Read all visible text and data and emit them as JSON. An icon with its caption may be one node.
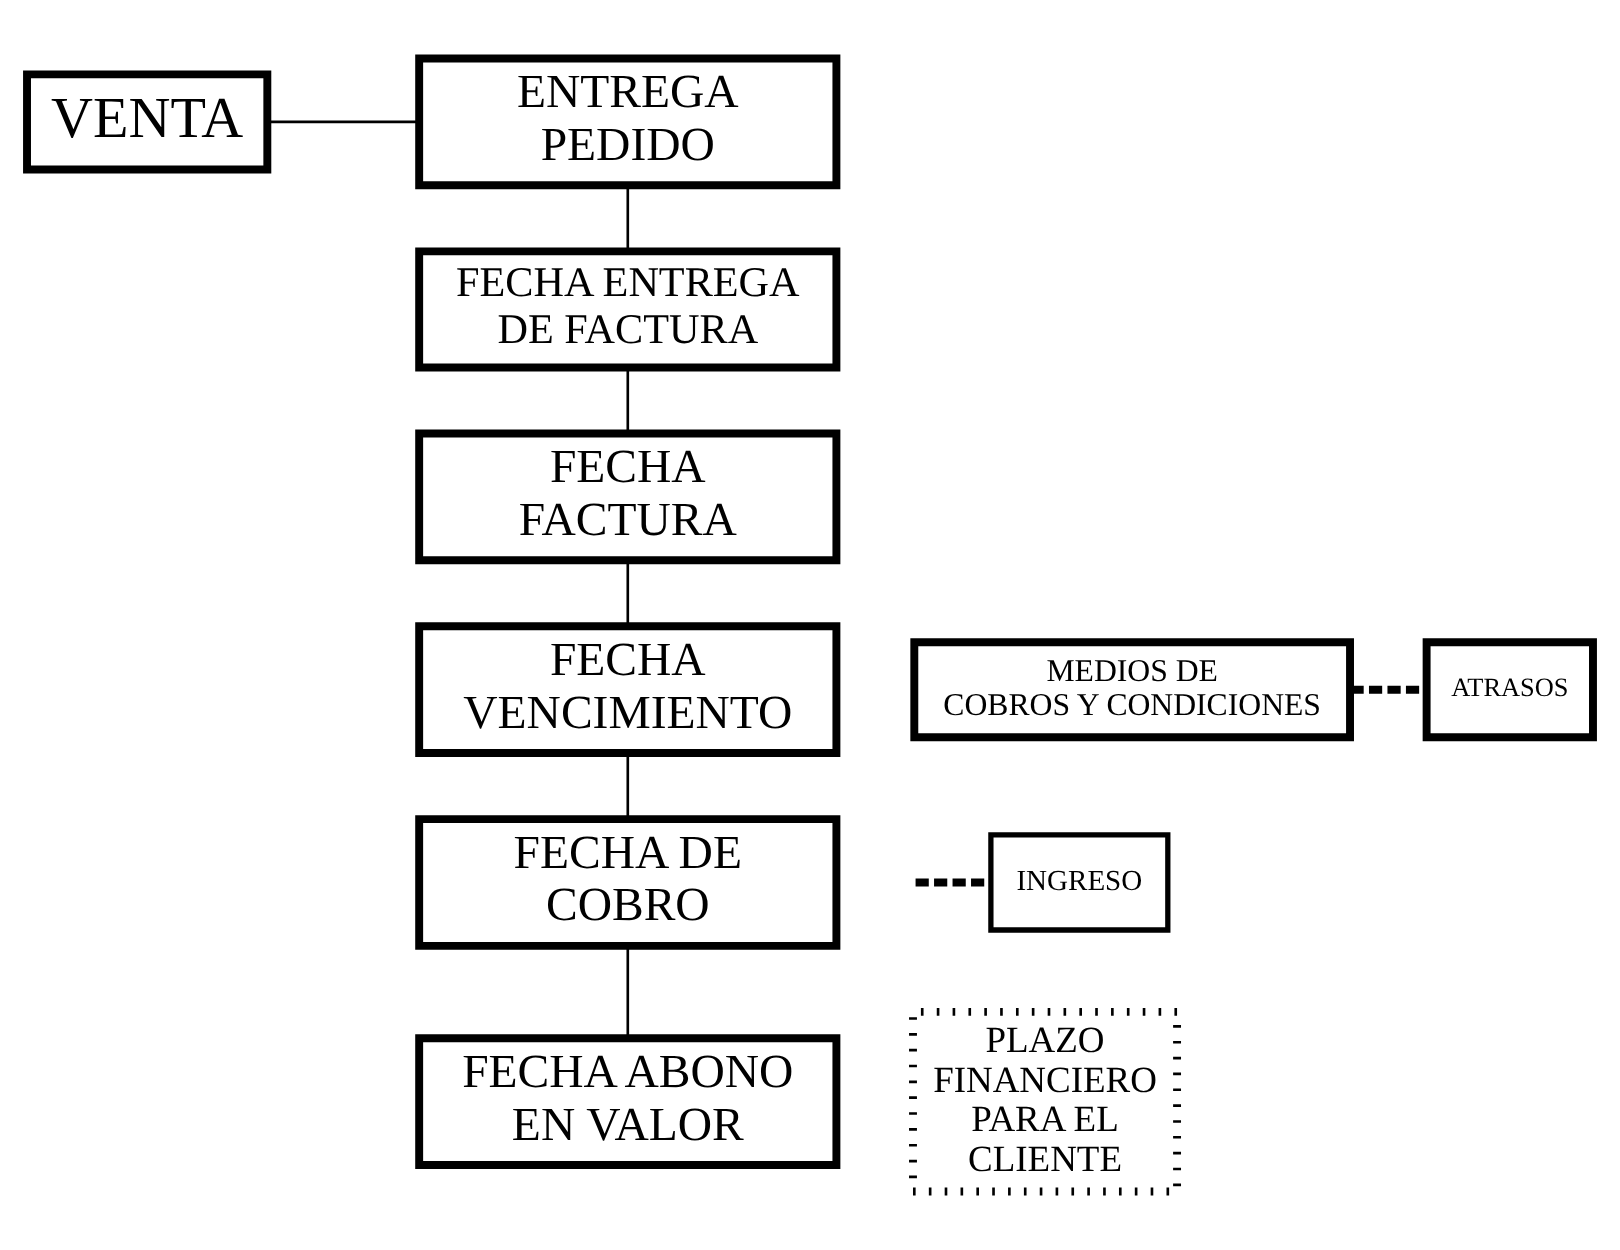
{
  "diagram": {
    "nodes": [
      {
        "text": [
          "VENTA"
        ]
      },
      {
        "text": [
          "ENTREGA PEDIDO"
        ]
      },
      {
        "text": [
          "FECHA ENTREGA DE FACTURA"
        ]
      },
      {
        "text": [
          "FECHA FACTURA"
        ]
      },
      {
        "text": [
          "FECHA VENCIMIENTO"
        ]
      },
      {
        "text": [
          "MEDIOS DE COBROS Y CONDICIONES"
        ]
      },
      {
        "text": [
          "ATRASOS"
        ]
      },
      {
        "text": [
          "FECHA DE COBRO"
        ]
      },
      {
        "text": [
          "INGRESO"
        ]
      },
      {
        "text": [
          "FECHA ABONO EN VALOR"
        ]
      },
      {
        "text": [
          "PLAZO FINANCIERO PARA EL CLIENTE"
        ]
      }
    ],
    "edges": [
      {
        "from": 0,
        "to": 1,
        "arrow": "none"
      },
      {
        "from": 1,
        "to": 2,
        "arrow": "none"
      },
      {
        "from": 2,
        "to": 3,
        "arrow": "none"
      },
      {
        "from": 3,
        "to": 4,
        "arrow": "none"
      },
      {
        "from": 4,
        "to": 7,
        "arrow": "none"
      },
      {
        "from": 7,
        "to": 9,
        "arrow": "none"
      },
      {
        "from": 5,
        "to": 6,
        "arrow": "none",
        "style": "dashed"
      },
      {
        "from": null,
        "to": 8,
        "arrow": "none",
        "style": "dashed"
      }
    ]
  }
}
